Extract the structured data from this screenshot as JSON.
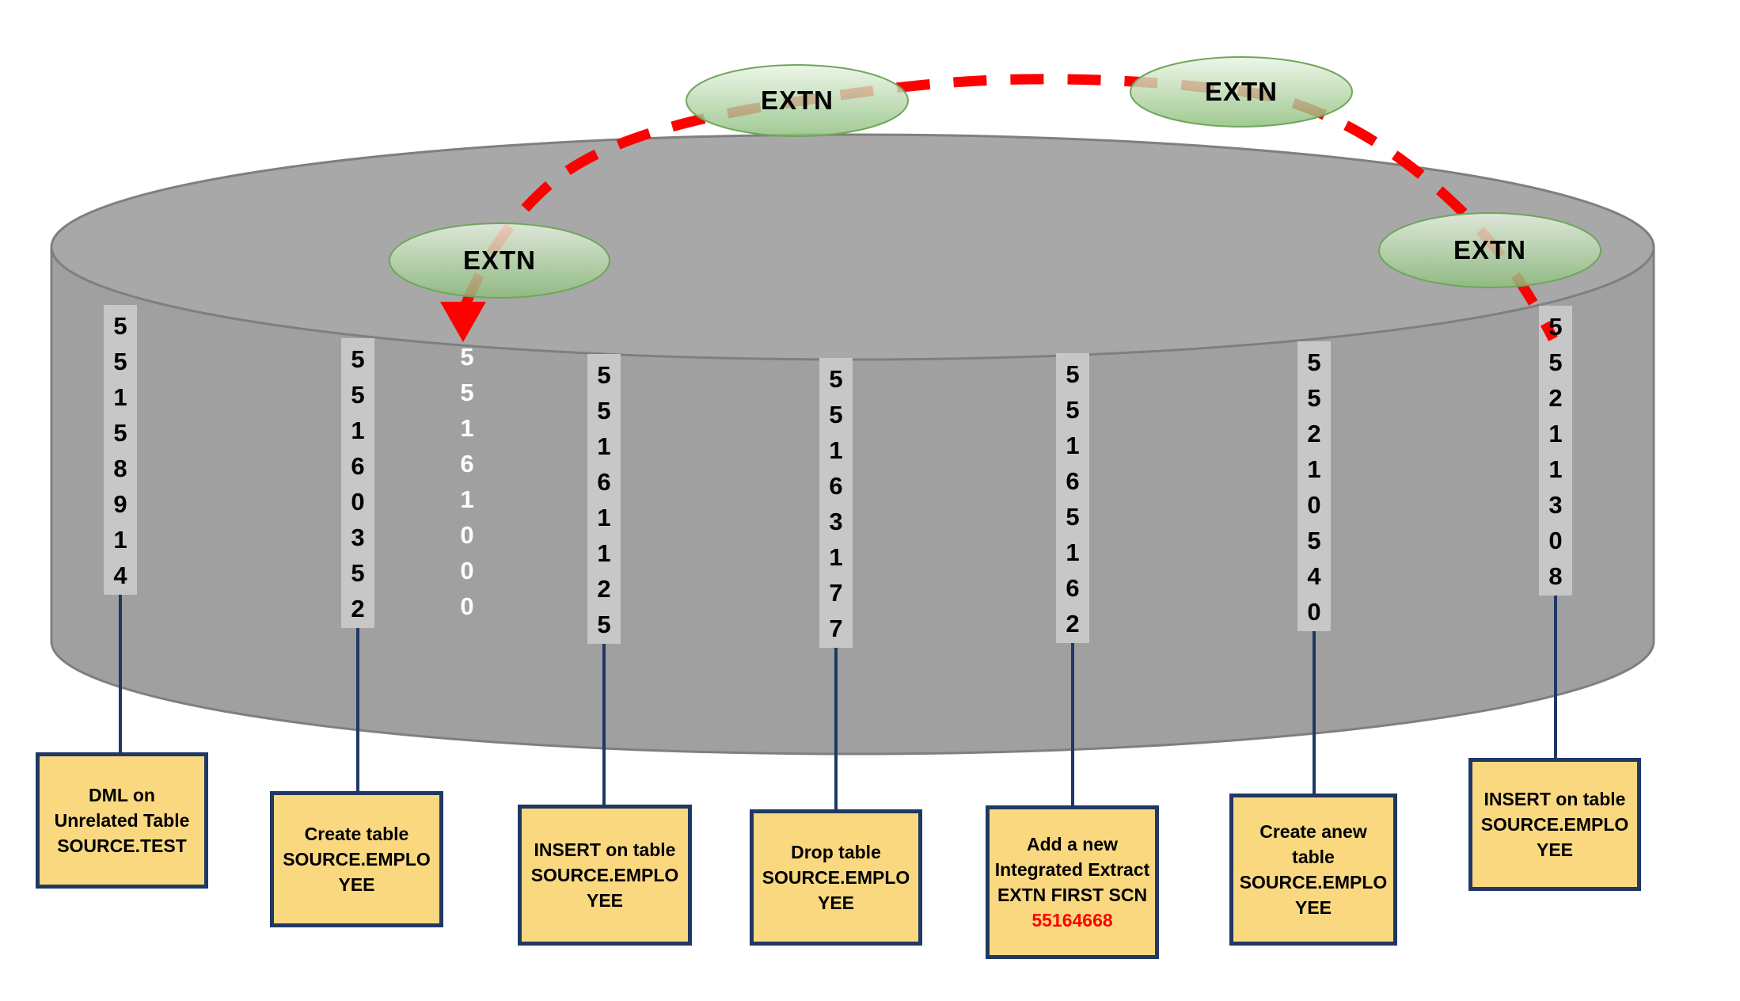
{
  "diagram": {
    "scn_columns": [
      {
        "value": "55158914",
        "style": "gray"
      },
      {
        "value": "55160352",
        "style": "gray"
      },
      {
        "value": "55161000",
        "style": "white"
      },
      {
        "value": "55161125",
        "style": "gray"
      },
      {
        "value": "55163177",
        "style": "gray"
      },
      {
        "value": "55165162",
        "style": "gray"
      },
      {
        "value": "55210540",
        "style": "gray"
      },
      {
        "value": "55211308",
        "style": "gray"
      }
    ],
    "extract_bubbles": [
      {
        "label": "EXTN"
      },
      {
        "label": "EXTN"
      },
      {
        "label": "EXTN"
      },
      {
        "label": "EXTN"
      }
    ],
    "event_boxes": [
      {
        "label": "DML on Unrelated Table SOURCE.TEST"
      },
      {
        "label": "Create table SOURCE.EMPLO YEE"
      },
      {
        "label": "INSERT on table SOURCE.EMPLO YEE"
      },
      {
        "label": "Drop table SOURCE.EMPLO YEE"
      },
      {
        "label": "Add a new Integrated Extract EXTN FIRST SCN",
        "scn": "55164668"
      },
      {
        "label": "Create anew table SOURCE.EMPLO YEE"
      },
      {
        "label": "INSERT on table SOURCE.EMPLO YEE"
      }
    ],
    "colors": {
      "box_fill": "#FAD87F",
      "box_border": "#1F3864",
      "connector_navy": "#1F3864",
      "scn_highlight_red": "#FF0000",
      "dashed_arc_red": "#FF0000",
      "cylinder_gray": "#A0A0A0",
      "label_strip_gray": "#C7C7C7",
      "bubble_green": "#8CBE7B"
    }
  }
}
